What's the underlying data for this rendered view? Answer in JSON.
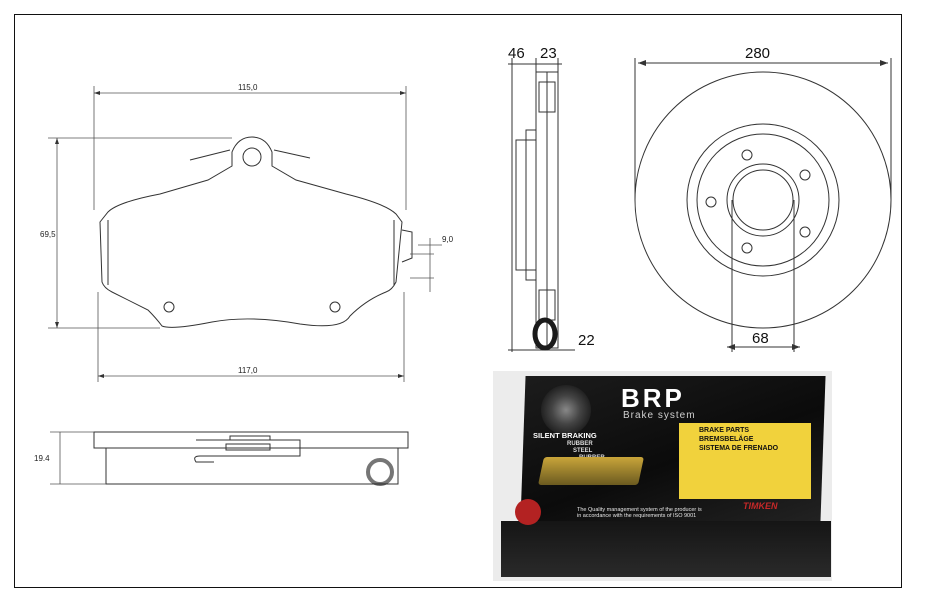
{
  "pad_dimensions": {
    "width_top": "115,0",
    "width_bottom": "117,0",
    "height": "69,5",
    "wear_indicator": "9,0",
    "thickness": "19.4"
  },
  "disc_dimensions": {
    "thickness_front": "46",
    "thickness_rear": "23",
    "diameter": "280",
    "hub_offset": "22",
    "center_bore": "68"
  },
  "product_box": {
    "brand": "BRP",
    "brand_sub": "Brake system",
    "feature_title": "SILENT BRAKING",
    "layers": [
      "RUBBER",
      "STEEL",
      "RUBBER"
    ],
    "product_lines": [
      "BRAKE PARTS",
      "BREMSBELÄGE",
      "SISTEMA DE FRENADO"
    ],
    "quality_line1": "The Quality management system of the producer is",
    "quality_line2": "in accordance with the requirements of ISO 9001",
    "partner_logo": "TIMKEN"
  },
  "colors": {
    "line": "#333333",
    "box_black": "#111111",
    "panel_yellow": "#f1d23c"
  }
}
